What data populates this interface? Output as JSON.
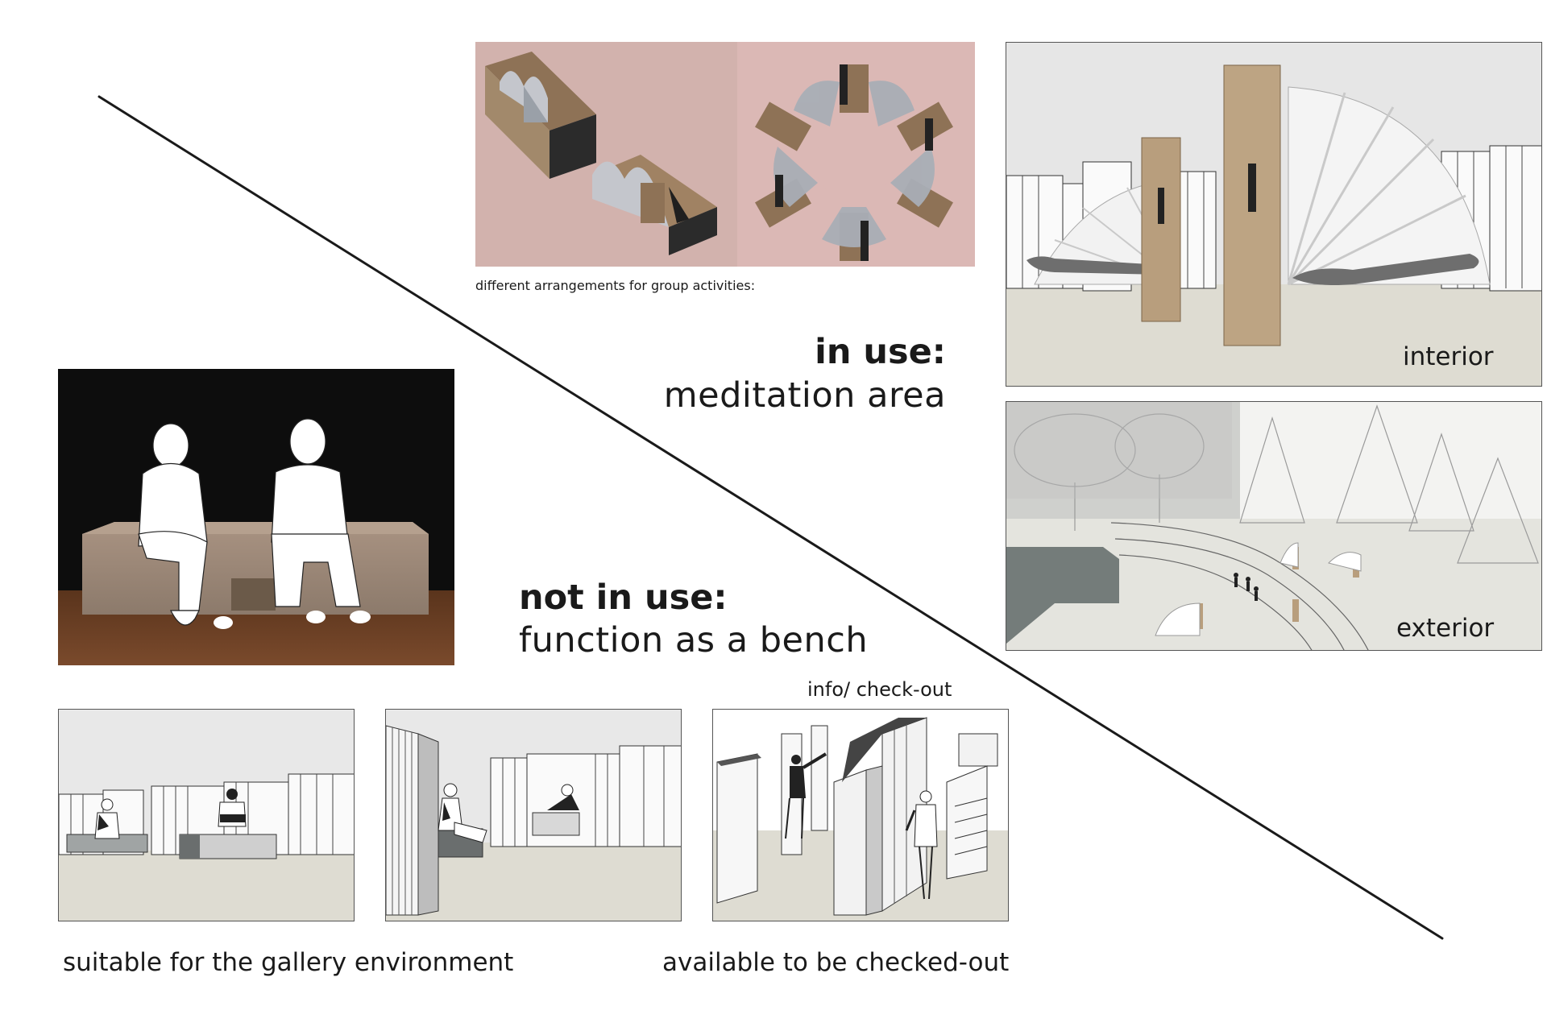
{
  "captions": {
    "arrangements": "different arrangements for group activities:",
    "in_use_title": "in use:",
    "in_use_subtitle": "meditation area",
    "not_in_use_title": "not in use:",
    "not_in_use_subtitle": "function as a bench",
    "interior_label": "interior",
    "exterior_label": "exterior",
    "info_checkout": "info/ check-out",
    "gallery_caption": "suitable for the gallery environment",
    "checkout_caption": "available to be checked-out"
  },
  "colors": {
    "arrangement_bg": "#d8b5b2",
    "floor": "#dedcd2",
    "wall_bg": "#e6e6e6",
    "cardboard": "#b59a78",
    "dark_plane": "#747c7a",
    "photo_bg": "#0d0d0d",
    "wood": "#7a4a2c"
  }
}
